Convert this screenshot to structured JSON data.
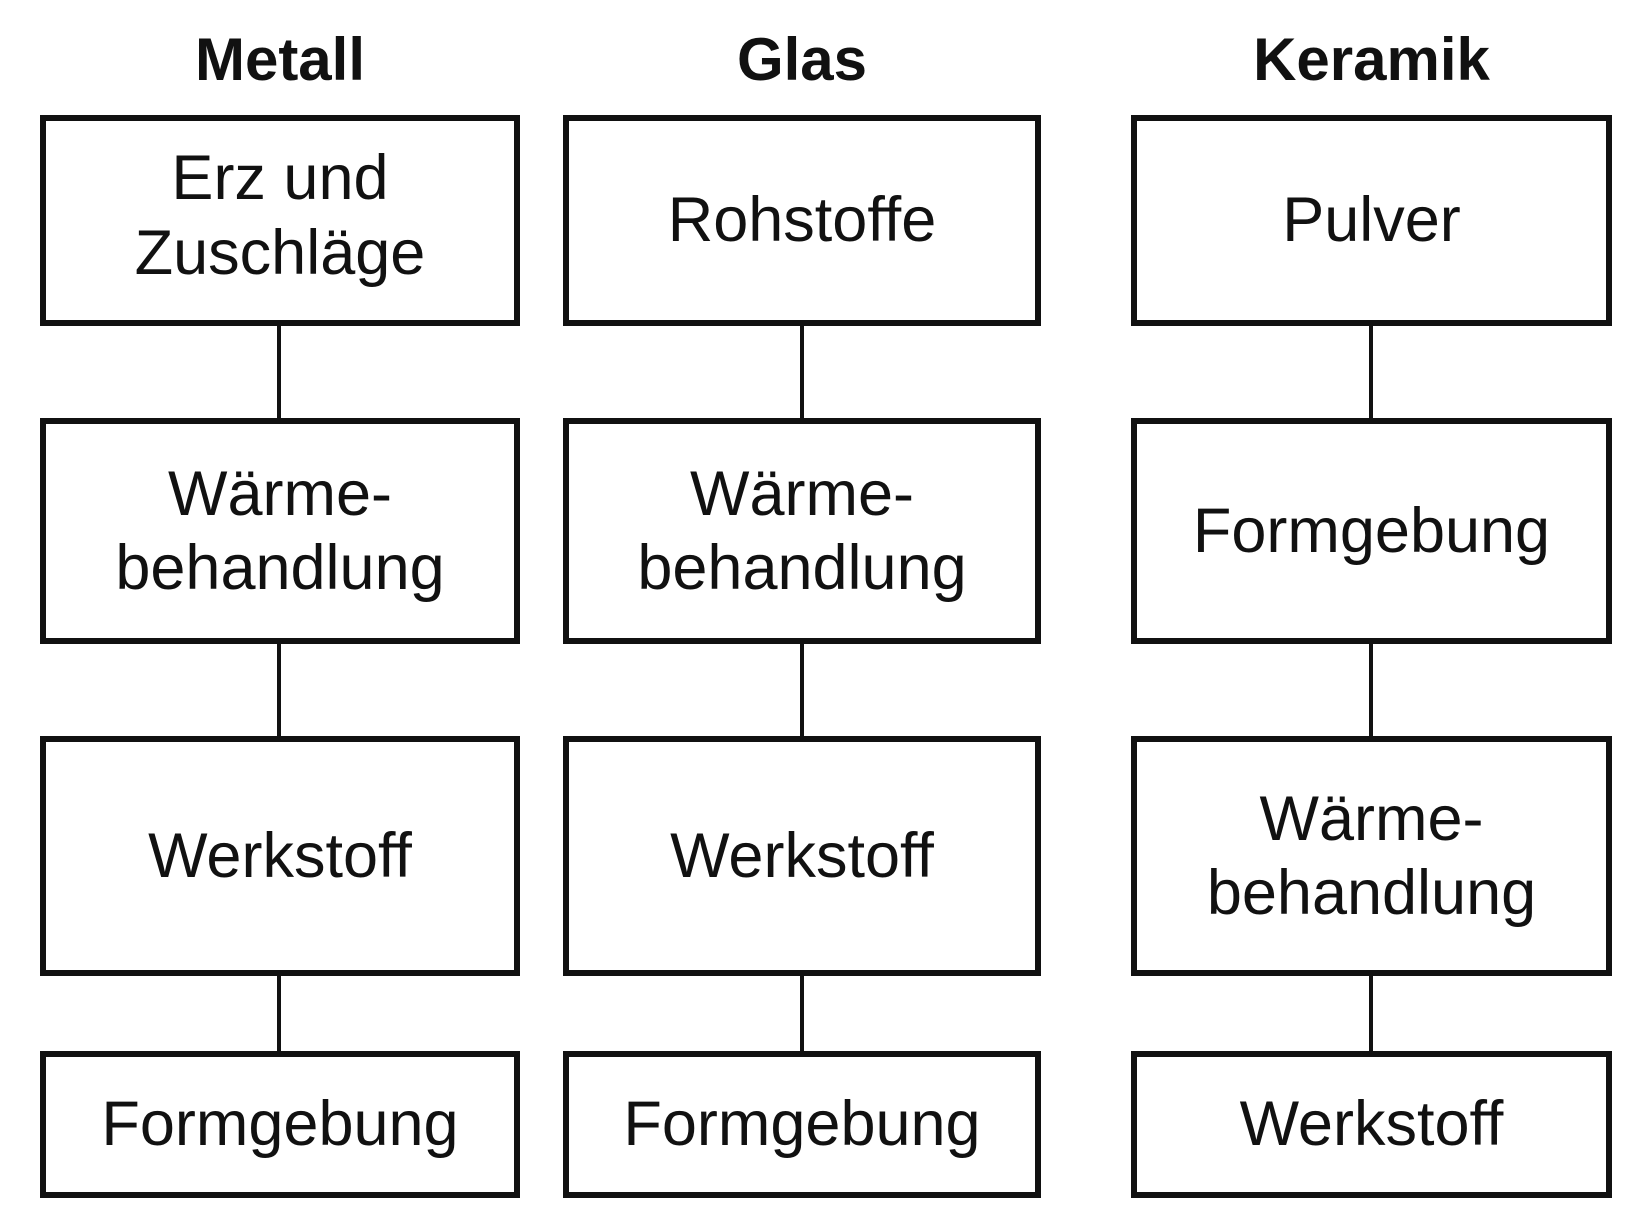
{
  "columns": [
    {
      "title": "Metall",
      "steps": [
        "Erz und\nZuschläge",
        "Wärme-\nbehandlung",
        "Werkstoff",
        "Formgebung"
      ]
    },
    {
      "title": "Glas",
      "steps": [
        "Rohstoffe",
        "Wärme-\nbehandlung",
        "Werkstoff",
        "Formgebung"
      ]
    },
    {
      "title": "Keramik",
      "steps": [
        "Pulver",
        "Formgebung",
        "Wärme-\nbehandlung",
        "Werkstoff"
      ]
    }
  ]
}
